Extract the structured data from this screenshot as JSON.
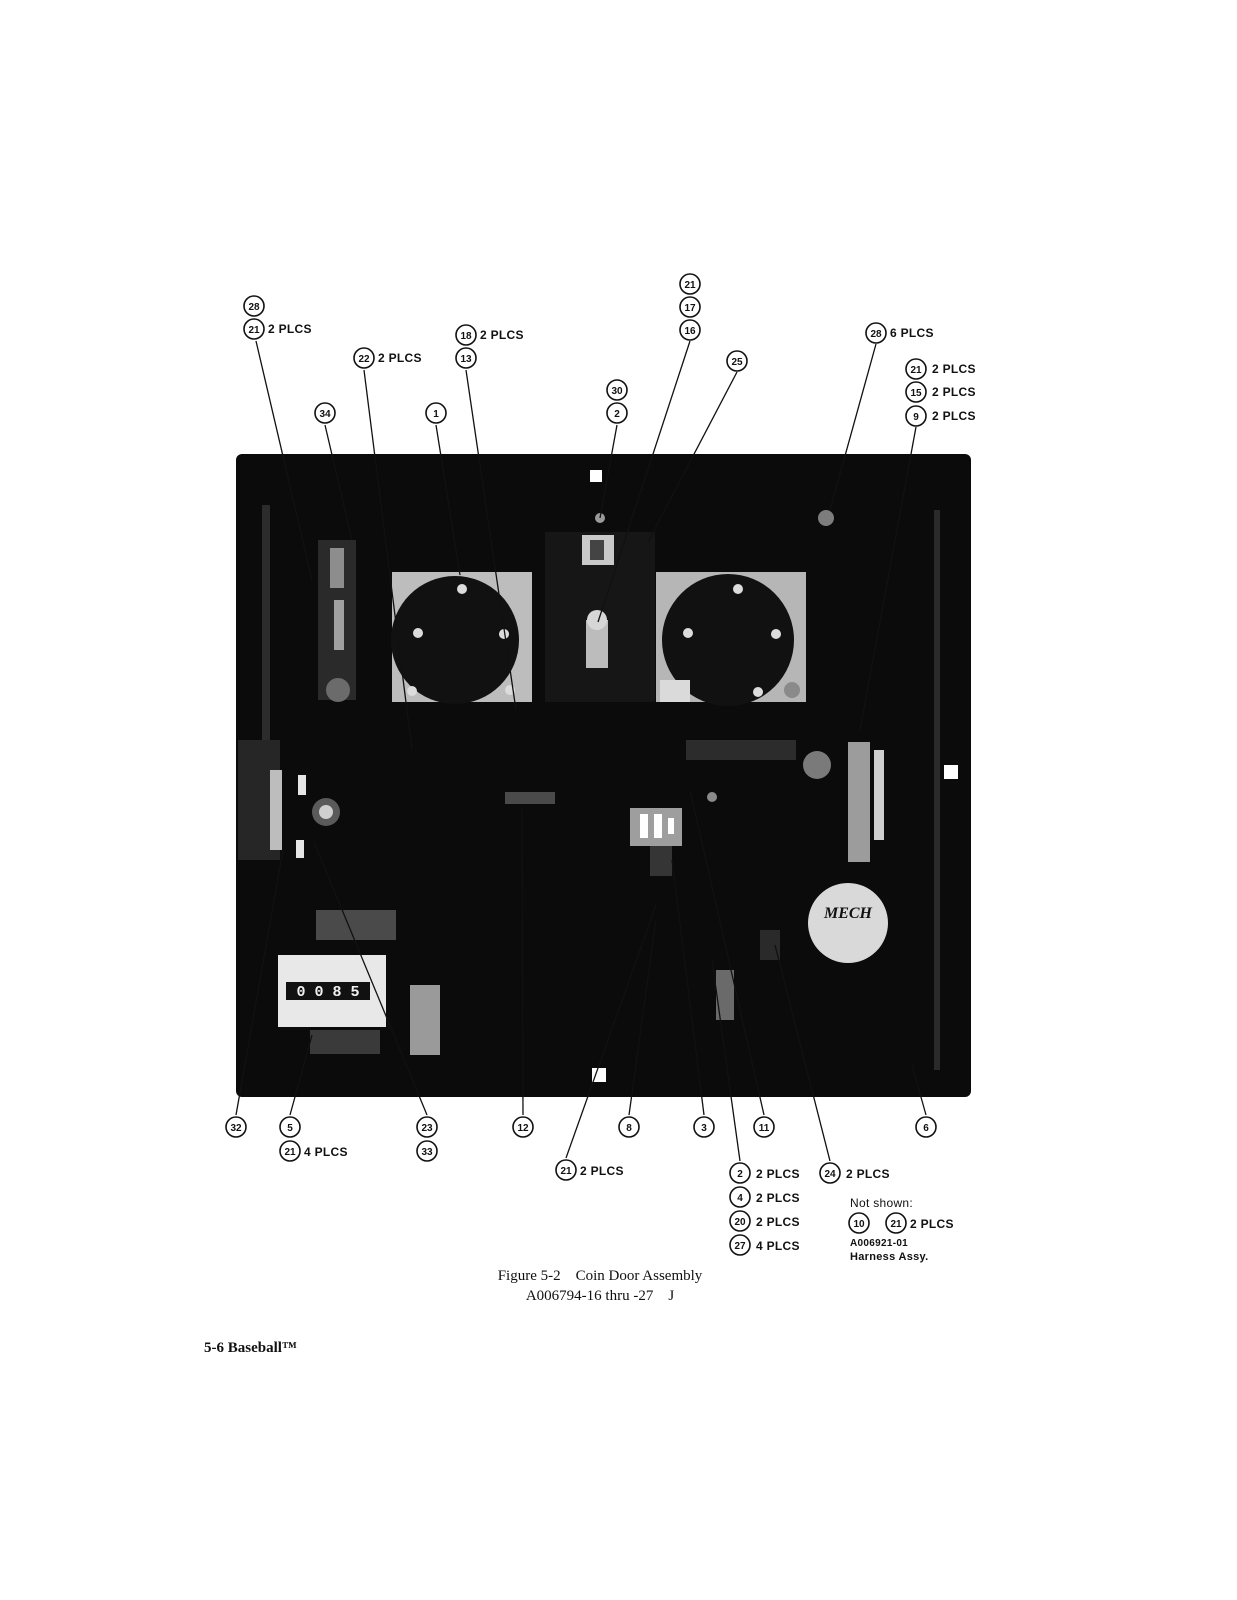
{
  "callouts": [
    {
      "id": "c1",
      "num": "28"
    },
    {
      "id": "c2",
      "num": "21",
      "qty": "2 PLCS"
    },
    {
      "id": "c3",
      "num": "22",
      "qty": "2 PLCS"
    },
    {
      "id": "c4",
      "num": "34"
    },
    {
      "id": "c5",
      "num": "1"
    },
    {
      "id": "c6",
      "num": "18",
      "qty": "2 PLCS"
    },
    {
      "id": "c7",
      "num": "13"
    },
    {
      "id": "c8",
      "num": "30"
    },
    {
      "id": "c9",
      "num": "2"
    },
    {
      "id": "c10",
      "num": "21"
    },
    {
      "id": "c11",
      "num": "17"
    },
    {
      "id": "c12",
      "num": "16"
    },
    {
      "id": "c13",
      "num": "25"
    },
    {
      "id": "c14",
      "num": "28",
      "qty": "6 PLCS"
    },
    {
      "id": "c15",
      "num": "21",
      "qty": "2 PLCS"
    },
    {
      "id": "c16",
      "num": "15",
      "qty": "2 PLCS"
    },
    {
      "id": "c17",
      "num": "9",
      "qty": "2 PLCS"
    },
    {
      "id": "c18",
      "num": "32"
    },
    {
      "id": "c19",
      "num": "5"
    },
    {
      "id": "c20",
      "num": "21",
      "qty": "4 PLCS"
    },
    {
      "id": "c21",
      "num": "23"
    },
    {
      "id": "c22",
      "num": "33"
    },
    {
      "id": "c23",
      "num": "12"
    },
    {
      "id": "c24",
      "num": "21",
      "qty": "2 PLCS"
    },
    {
      "id": "c25",
      "num": "8"
    },
    {
      "id": "c26",
      "num": "3"
    },
    {
      "id": "c27",
      "num": "11"
    },
    {
      "id": "c28",
      "num": "2",
      "qty": "2 PLCS"
    },
    {
      "id": "c29",
      "num": "4",
      "qty": "2 PLCS"
    },
    {
      "id": "c30",
      "num": "20",
      "qty": "2 PLCS"
    },
    {
      "id": "c31",
      "num": "27",
      "qty": "4 PLCS"
    },
    {
      "id": "c32",
      "num": "24",
      "qty": "2 PLCS"
    },
    {
      "id": "c33",
      "num": "6"
    },
    {
      "id": "c34",
      "num": "10"
    },
    {
      "id": "c35",
      "num": "21",
      "qty": "2 PLCS"
    }
  ],
  "not_shown": {
    "heading": "Not shown:",
    "part_number": "A006921-01",
    "description": "Harness Assy."
  },
  "caption": {
    "line1": "Figure 5-2    Coin Door Assembly",
    "line2": "A006794-16 thru -27    J"
  },
  "footer": "5-6  Baseball™",
  "photo": {
    "counter_digits": "0 0 8 5",
    "colors": {
      "background": "#0a0a0a",
      "part_light": "#cfcfcf",
      "part_mid": "#7a7a7a"
    }
  }
}
